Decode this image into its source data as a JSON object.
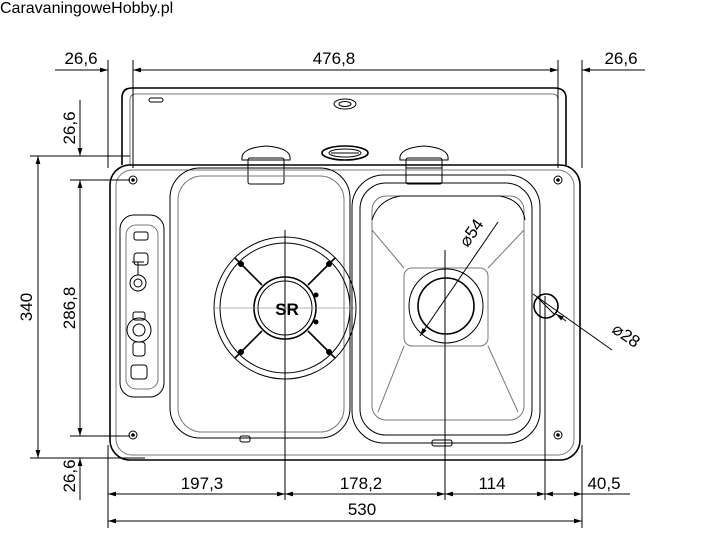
{
  "watermark": "CaravaningoweHobby.pl",
  "dimensions": {
    "top_left": "26,6",
    "top_middle": "476,8",
    "top_right": "26,6",
    "left_outer": "340",
    "left_inner": "286,8",
    "left_top": "26,6",
    "left_bottom": "26,6",
    "bottom_burner": "197,3",
    "bottom_mid": "178,2",
    "bottom_sink": "114",
    "bottom_right": "40,5",
    "bottom_total": "530",
    "sink_drain_diameter": "⌀54",
    "hole_diameter": "⌀28"
  },
  "burner_label": "SR"
}
